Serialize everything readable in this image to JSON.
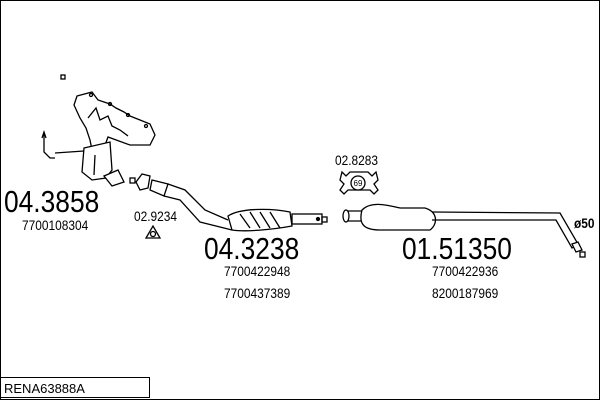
{
  "diagram_ref": "RENA63888A",
  "parts": [
    {
      "number": "04.3858",
      "oem": [
        "7700108304"
      ],
      "name": "manifold-catalyst"
    },
    {
      "number": "02.9234",
      "oem": [],
      "name": "gasket"
    },
    {
      "number": "04.3238",
      "oem": [
        "7700422948",
        "7700437389"
      ],
      "name": "front-pipe-catalyst"
    },
    {
      "number": "02.8283",
      "oem": [],
      "name": "clamp",
      "badge": "69"
    },
    {
      "number": "01.51350",
      "oem": [
        "7700422936",
        "8200187969"
      ],
      "name": "middle-silencer"
    }
  ],
  "diameter_label": "ø50"
}
